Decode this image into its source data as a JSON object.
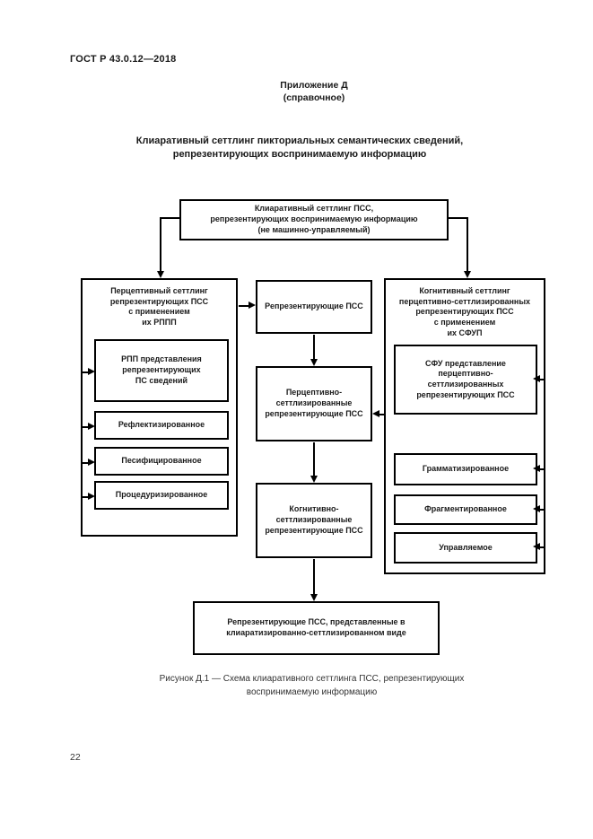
{
  "page": {
    "doc_number": "ГОСТ Р 43.0.12—2018",
    "appendix": "Приложение Д\n(справочное)",
    "title": "Клиаративный сеттлинг пикториальных семантических сведений,\nрепрезентирующих воспринимаемую информацию",
    "caption": "Рисунок Д.1 — Схема клиаративного сеттлинга ПСС, репрезентирующих\nвоспринимаемую информацию",
    "page_number": "22"
  },
  "diagram": {
    "top_box": "Клиаративный сеттлинг ПСС,\nрепрезентирующих воспринимаемую информацию\n(не машинно-управляемый)",
    "left_group": {
      "header": "Перцептивный сеттлинг\nрепрезентирующих ПСС\nс применением\nих РППП",
      "main_box": "РПП представления\nрепрезентирующих\nПС сведений",
      "items": [
        "Рефлектизированное",
        "Песифицированное",
        "Процедуризированное"
      ]
    },
    "middle": {
      "box1": "Репрезентирующие ПСС",
      "box2": "Перцептивно-\nсеттлизированные\nрепрезентирующие ПСС",
      "box3": "Когнитивно-\nсеттлизированные\nрепрезентирующие ПСС",
      "result_box": "Репрезентирующие ПСС, представленные в\nклиаратизированно-сеттлизированном виде"
    },
    "right_group": {
      "header": "Когнитивный сеттлинг\nперцептивно-сеттлизированных\nрепрезентирующих ПСС\nс применением\nих СФУП",
      "main_box": "СФУ представление\nперцептивно-\nсеттлизированных\nрепрезентирующих ПСС",
      "items": [
        "Грамматизированное",
        "Фрагментированное",
        "Управляемое"
      ]
    }
  }
}
